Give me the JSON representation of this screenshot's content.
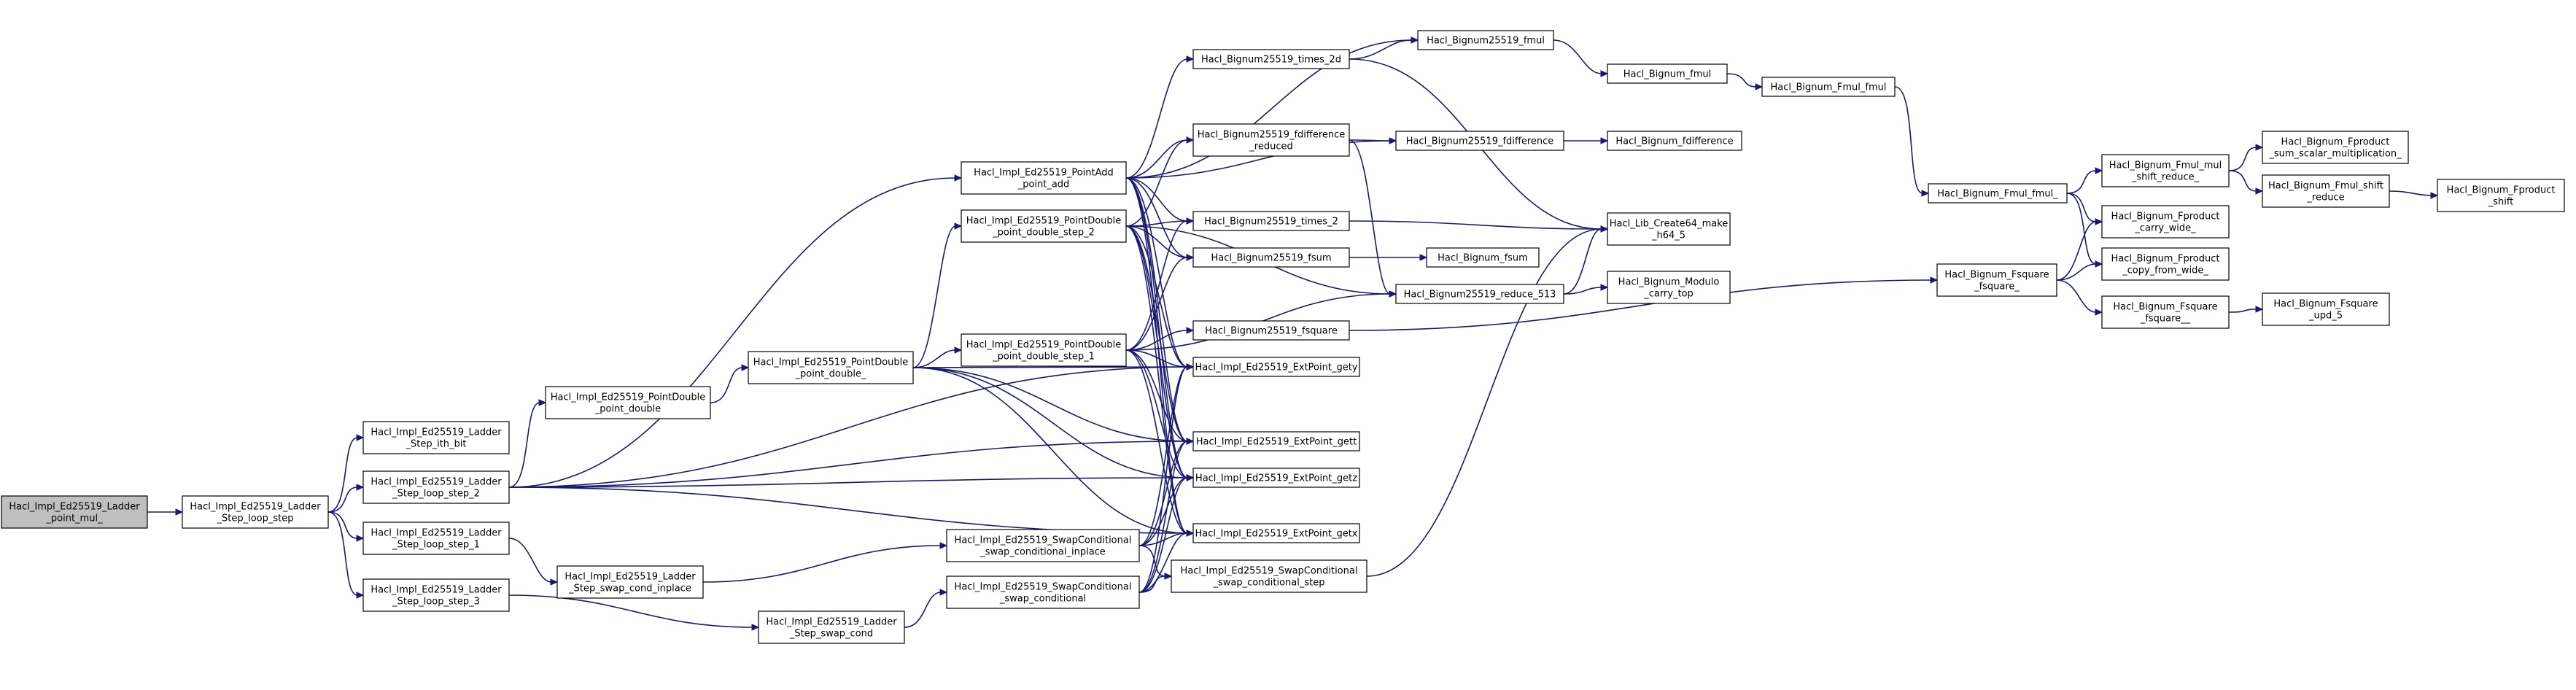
{
  "graph": {
    "nodes": [
      {
        "id": "root",
        "lines": [
          "Hacl_Impl_Ed25519_Ladder",
          "_point_mul_"
        ],
        "root": true
      },
      {
        "id": "loop_step",
        "lines": [
          "Hacl_Impl_Ed25519_Ladder",
          "_Step_loop_step"
        ]
      },
      {
        "id": "ith_bit",
        "lines": [
          "Hacl_Impl_Ed25519_Ladder",
          "_Step_ith_bit"
        ]
      },
      {
        "id": "loop_step_2",
        "lines": [
          "Hacl_Impl_Ed25519_Ladder",
          "_Step_loop_step_2"
        ]
      },
      {
        "id": "loop_step_1",
        "lines": [
          "Hacl_Impl_Ed25519_Ladder",
          "_Step_loop_step_1"
        ]
      },
      {
        "id": "loop_step_3",
        "lines": [
          "Hacl_Impl_Ed25519_Ladder",
          "_Step_loop_step_3"
        ]
      },
      {
        "id": "pd_point_double",
        "lines": [
          "Hacl_Impl_Ed25519_PointDouble",
          "_point_double"
        ]
      },
      {
        "id": "swap_cond_inplace",
        "lines": [
          "Hacl_Impl_Ed25519_Ladder",
          "_Step_swap_cond_inplace"
        ]
      },
      {
        "id": "swap_cond",
        "lines": [
          "Hacl_Impl_Ed25519_Ladder",
          "_Step_swap_cond"
        ]
      },
      {
        "id": "pd_point_double_",
        "lines": [
          "Hacl_Impl_Ed25519_PointDouble",
          "_point_double_"
        ]
      },
      {
        "id": "padd",
        "lines": [
          "Hacl_Impl_Ed25519_PointAdd",
          "_point_add"
        ]
      },
      {
        "id": "pd_step_2",
        "lines": [
          "Hacl_Impl_Ed25519_PointDouble",
          "_point_double_step_2"
        ]
      },
      {
        "id": "pd_step_1",
        "lines": [
          "Hacl_Impl_Ed25519_PointDouble",
          "_point_double_step_1"
        ]
      },
      {
        "id": "sc_inplace",
        "lines": [
          "Hacl_Impl_Ed25519_SwapConditional",
          "_swap_conditional_inplace"
        ]
      },
      {
        "id": "sc_swap",
        "lines": [
          "Hacl_Impl_Ed25519_SwapConditional",
          "_swap_conditional"
        ]
      },
      {
        "id": "times_2d",
        "lines": [
          "Hacl_Bignum25519_times_2d"
        ]
      },
      {
        "id": "fdiff_reduced",
        "lines": [
          "Hacl_Bignum25519_fdifference",
          "_reduced"
        ]
      },
      {
        "id": "times_2",
        "lines": [
          "Hacl_Bignum25519_times_2"
        ]
      },
      {
        "id": "fsum",
        "lines": [
          "Hacl_Bignum25519_fsum"
        ]
      },
      {
        "id": "fsquare",
        "lines": [
          "Hacl_Bignum25519_fsquare"
        ]
      },
      {
        "id": "gety",
        "lines": [
          "Hacl_Impl_Ed25519_ExtPoint_gety"
        ]
      },
      {
        "id": "gett",
        "lines": [
          "Hacl_Impl_Ed25519_ExtPoint_gett"
        ]
      },
      {
        "id": "getz",
        "lines": [
          "Hacl_Impl_Ed25519_ExtPoint_getz"
        ]
      },
      {
        "id": "getx",
        "lines": [
          "Hacl_Impl_Ed25519_ExtPoint_getx"
        ]
      },
      {
        "id": "sc_step",
        "lines": [
          "Hacl_Impl_Ed25519_SwapConditional",
          "_swap_conditional_step"
        ]
      },
      {
        "id": "fmul",
        "lines": [
          "Hacl_Bignum25519_fmul"
        ]
      },
      {
        "id": "fdifference",
        "lines": [
          "Hacl_Bignum25519_fdifference"
        ]
      },
      {
        "id": "bn_fsum",
        "lines": [
          "Hacl_Bignum_fsum"
        ]
      },
      {
        "id": "reduce_513",
        "lines": [
          "Hacl_Bignum25519_reduce_513"
        ]
      },
      {
        "id": "bignum_fmul",
        "lines": [
          "Hacl_Bignum_fmul"
        ]
      },
      {
        "id": "bn_fdifference",
        "lines": [
          "Hacl_Bignum_fdifference"
        ]
      },
      {
        "id": "make_h64_5",
        "lines": [
          "Hacl_Lib_Create64_make",
          "_h64_5"
        ]
      },
      {
        "id": "modulo_carry_top",
        "lines": [
          "Hacl_Bignum_Modulo",
          "_carry_top"
        ]
      },
      {
        "id": "fmul_fmul",
        "lines": [
          "Hacl_Bignum_Fmul_fmul"
        ]
      },
      {
        "id": "fmul_",
        "lines": [
          "Hacl_Bignum_Fmul_fmul_"
        ]
      },
      {
        "id": "fsquare_",
        "lines": [
          "Hacl_Bignum_Fsquare",
          "_fsquare_"
        ]
      },
      {
        "id": "mul_shift_reduce",
        "lines": [
          "Hacl_Bignum_Fmul_mul",
          "_shift_reduce_"
        ]
      },
      {
        "id": "carry_wide",
        "lines": [
          "Hacl_Bignum_Fproduct",
          "_carry_wide_"
        ]
      },
      {
        "id": "copy_from_wide",
        "lines": [
          "Hacl_Bignum_Fproduct",
          "_copy_from_wide_"
        ]
      },
      {
        "id": "fsquare__",
        "lines": [
          "Hacl_Bignum_Fsquare",
          "_fsquare__"
        ]
      },
      {
        "id": "sum_scalar",
        "lines": [
          "Hacl_Bignum_Fproduct",
          "_sum_scalar_multiplication_"
        ]
      },
      {
        "id": "shift_reduce",
        "lines": [
          "Hacl_Bignum_Fmul_shift",
          "_reduce"
        ]
      },
      {
        "id": "upd_5",
        "lines": [
          "Hacl_Bignum_Fsquare",
          "_upd_5"
        ]
      },
      {
        "id": "fproduct_shift",
        "lines": [
          "Hacl_Bignum_Fproduct",
          "_shift"
        ]
      }
    ],
    "edges": [
      [
        "root",
        "loop_step"
      ],
      [
        "loop_step",
        "ith_bit"
      ],
      [
        "loop_step",
        "loop_step_2"
      ],
      [
        "loop_step",
        "loop_step_1"
      ],
      [
        "loop_step",
        "loop_step_3"
      ],
      [
        "loop_step_2",
        "pd_point_double"
      ],
      [
        "loop_step_2",
        "padd"
      ],
      [
        "loop_step_2",
        "gett"
      ],
      [
        "loop_step_2",
        "getz"
      ],
      [
        "loop_step_2",
        "getx"
      ],
      [
        "loop_step_2",
        "gety"
      ],
      [
        "loop_step_1",
        "swap_cond_inplace"
      ],
      [
        "loop_step_3",
        "swap_cond"
      ],
      [
        "pd_point_double",
        "pd_point_double_"
      ],
      [
        "swap_cond_inplace",
        "sc_inplace"
      ],
      [
        "swap_cond",
        "sc_swap"
      ],
      [
        "pd_point_double_",
        "pd_step_2"
      ],
      [
        "pd_point_double_",
        "pd_step_1"
      ],
      [
        "pd_point_double_",
        "gety"
      ],
      [
        "pd_point_double_",
        "gett"
      ],
      [
        "pd_point_double_",
        "getz"
      ],
      [
        "pd_point_double_",
        "getx"
      ],
      [
        "padd",
        "times_2d"
      ],
      [
        "padd",
        "fmul"
      ],
      [
        "padd",
        "fdiff_reduced"
      ],
      [
        "padd",
        "fdifference"
      ],
      [
        "padd",
        "fsum"
      ],
      [
        "padd",
        "times_2"
      ],
      [
        "padd",
        "gety"
      ],
      [
        "padd",
        "gett"
      ],
      [
        "padd",
        "getz"
      ],
      [
        "padd",
        "getx"
      ],
      [
        "pd_step_2",
        "fdiff_reduced"
      ],
      [
        "pd_step_2",
        "times_2"
      ],
      [
        "pd_step_2",
        "fsum"
      ],
      [
        "pd_step_2",
        "reduce_513"
      ],
      [
        "pd_step_2",
        "gety"
      ],
      [
        "pd_step_2",
        "gett"
      ],
      [
        "pd_step_2",
        "getz"
      ],
      [
        "pd_step_2",
        "getx"
      ],
      [
        "pd_step_1",
        "fsquare"
      ],
      [
        "pd_step_1",
        "fsum"
      ],
      [
        "pd_step_1",
        "reduce_513"
      ],
      [
        "pd_step_1",
        "times_2"
      ],
      [
        "pd_step_1",
        "gety"
      ],
      [
        "pd_step_1",
        "gett"
      ],
      [
        "pd_step_1",
        "getz"
      ],
      [
        "pd_step_1",
        "getx"
      ],
      [
        "sc_inplace",
        "sc_step"
      ],
      [
        "sc_inplace",
        "gety"
      ],
      [
        "sc_inplace",
        "gett"
      ],
      [
        "sc_inplace",
        "getz"
      ],
      [
        "sc_inplace",
        "getx"
      ],
      [
        "sc_swap",
        "sc_step"
      ],
      [
        "sc_swap",
        "gety"
      ],
      [
        "sc_swap",
        "gett"
      ],
      [
        "sc_swap",
        "getz"
      ],
      [
        "sc_swap",
        "getx"
      ],
      [
        "times_2d",
        "fmul"
      ],
      [
        "times_2d",
        "make_h64_5"
      ],
      [
        "fdiff_reduced",
        "fdifference"
      ],
      [
        "fdiff_reduced",
        "reduce_513"
      ],
      [
        "times_2",
        "make_h64_5"
      ],
      [
        "fsum",
        "bn_fsum"
      ],
      [
        "fsquare",
        "fsquare_"
      ],
      [
        "sc_step",
        "make_h64_5"
      ],
      [
        "fmul",
        "bignum_fmul"
      ],
      [
        "fdifference",
        "bn_fdifference"
      ],
      [
        "reduce_513",
        "modulo_carry_top"
      ],
      [
        "reduce_513",
        "make_h64_5"
      ],
      [
        "bignum_fmul",
        "fmul_fmul"
      ],
      [
        "fmul_fmul",
        "fmul_"
      ],
      [
        "fmul_",
        "mul_shift_reduce"
      ],
      [
        "fmul_",
        "carry_wide"
      ],
      [
        "fmul_",
        "copy_from_wide"
      ],
      [
        "fsquare_",
        "carry_wide"
      ],
      [
        "fsquare_",
        "copy_from_wide"
      ],
      [
        "fsquare_",
        "fsquare__"
      ],
      [
        "mul_shift_reduce",
        "sum_scalar"
      ],
      [
        "mul_shift_reduce",
        "shift_reduce"
      ],
      [
        "shift_reduce",
        "fproduct_shift"
      ],
      [
        "fsquare__",
        "upd_5"
      ]
    ]
  }
}
